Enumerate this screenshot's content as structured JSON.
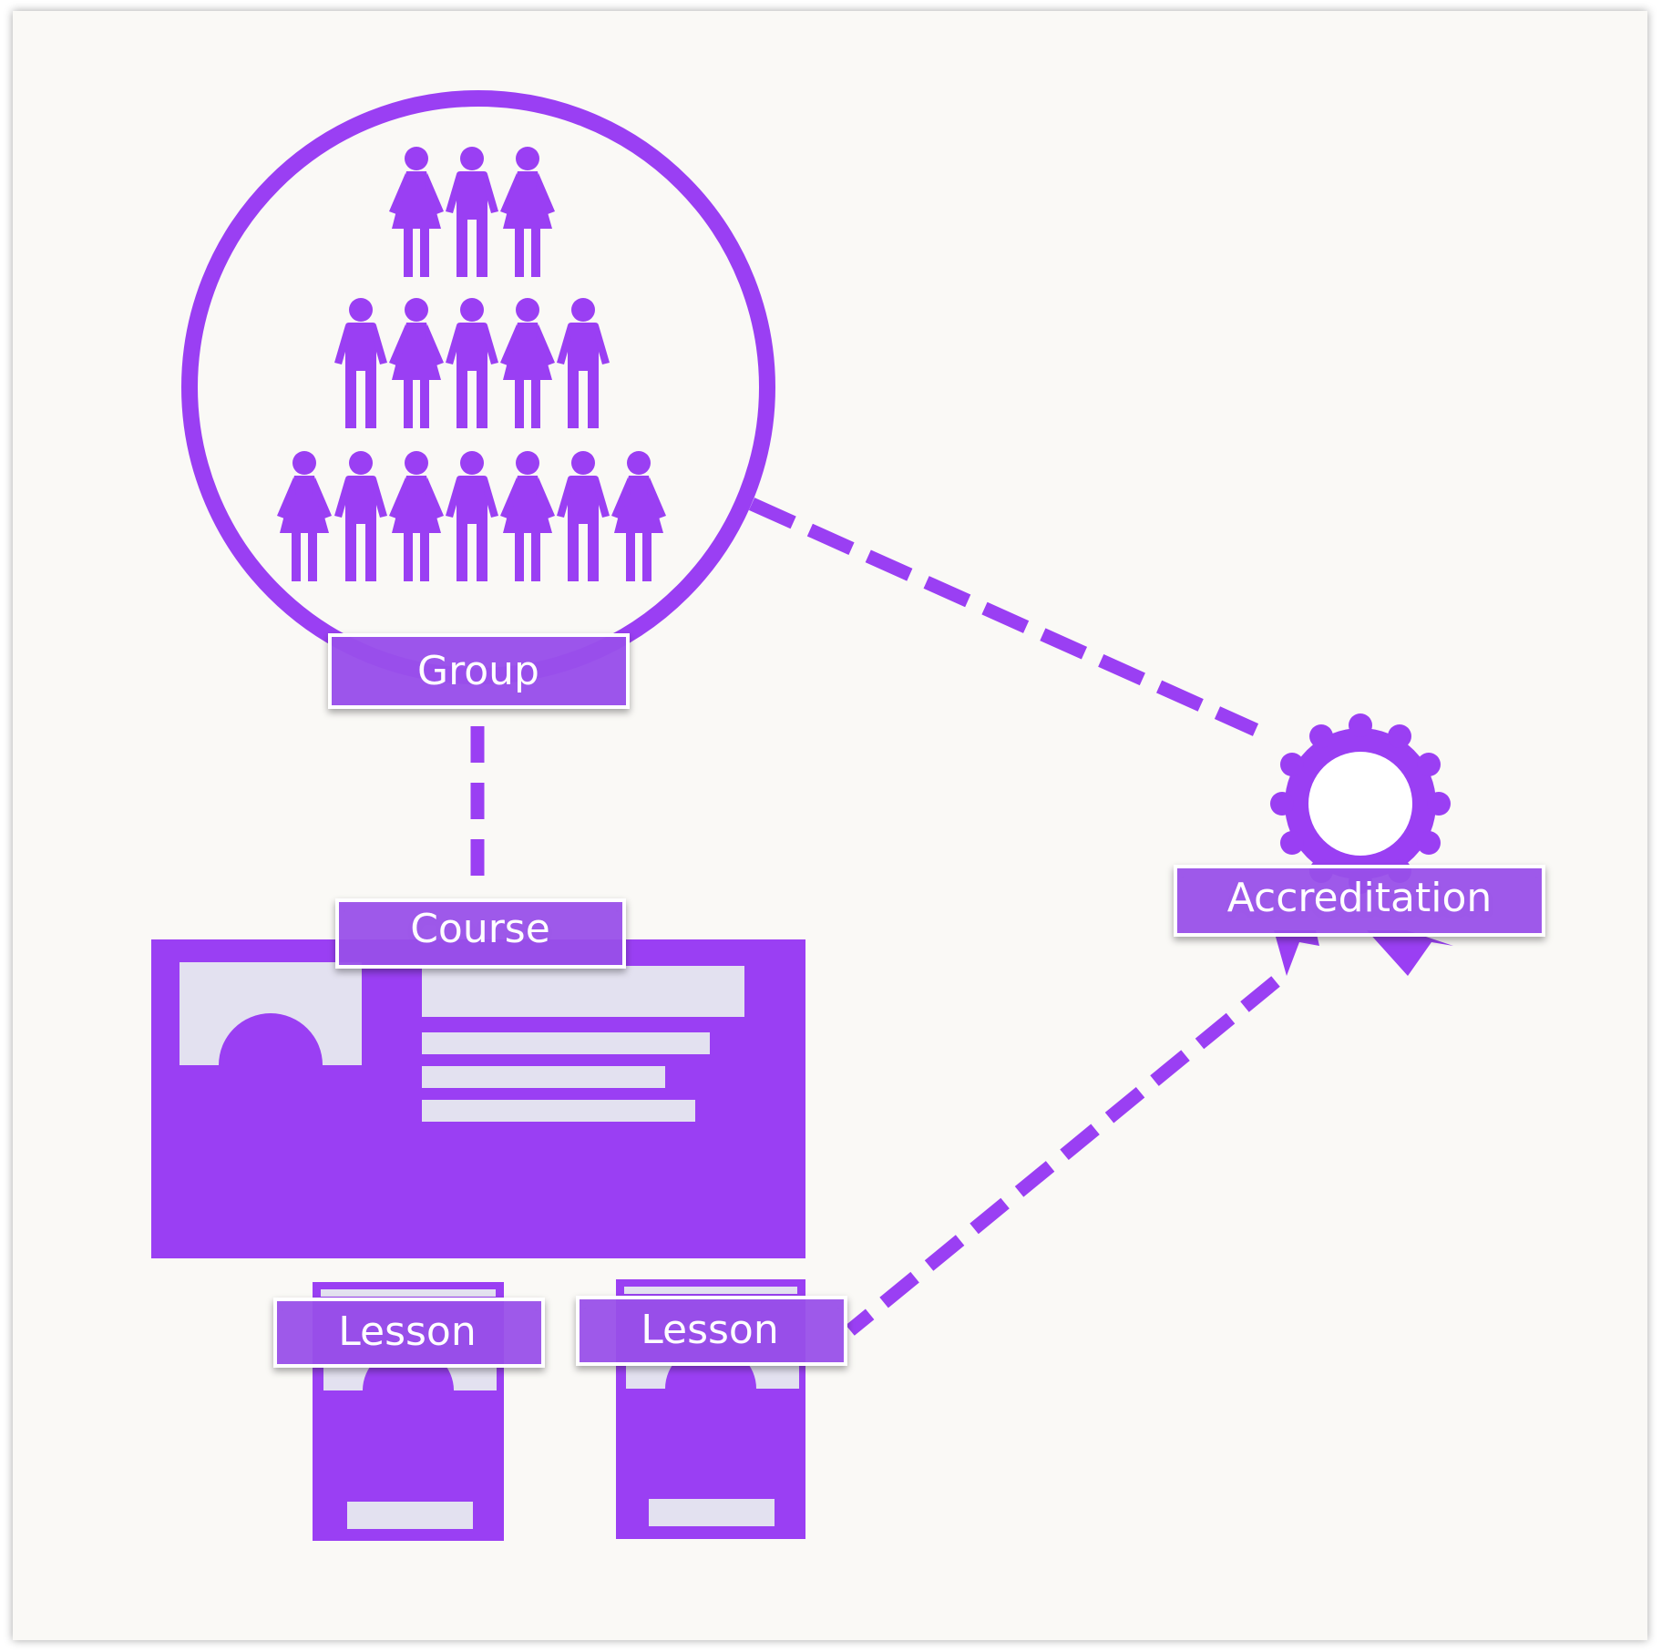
{
  "nodes": {
    "group": {
      "label": "Group",
      "icon": "people-pyramid-icon"
    },
    "course": {
      "label": "Course",
      "icon": "course-card-icon"
    },
    "lessons": [
      {
        "label": "Lesson",
        "icon": "lesson-card-icon"
      },
      {
        "label": "Lesson",
        "icon": "lesson-card-icon"
      }
    ],
    "accreditation": {
      "label": "Accreditation",
      "icon": "award-rosette-icon"
    }
  },
  "connections": [
    {
      "from": "group",
      "to": "course",
      "style": "dashed"
    },
    {
      "from": "group",
      "to": "accreditation",
      "style": "dashed"
    },
    {
      "from": "lessons.1",
      "to": "accreditation",
      "style": "dashed"
    }
  ],
  "colors": {
    "accent": "#9a3ff3",
    "label_fill": "#9a50ec",
    "placeholder": "#e3e1f0",
    "canvas": "#faf9f6",
    "label_border": "#ffffff"
  }
}
